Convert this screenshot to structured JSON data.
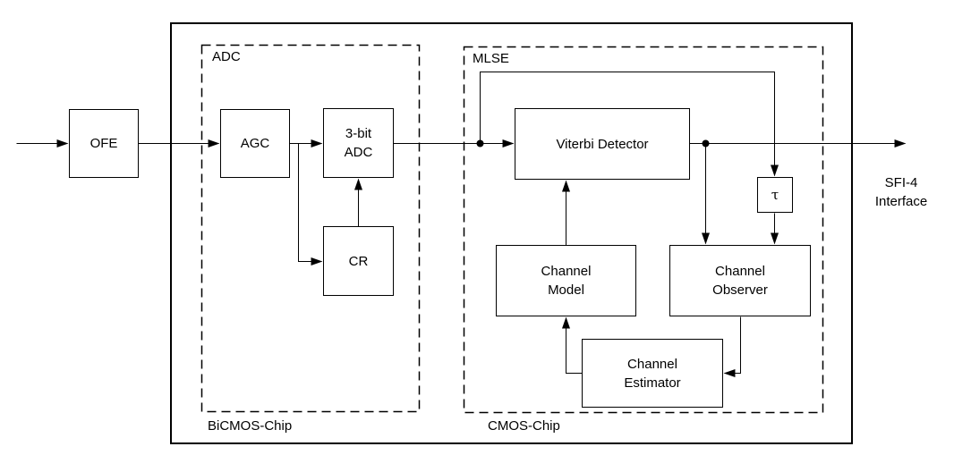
{
  "blocks": {
    "ofe": {
      "label": "OFE"
    },
    "agc": {
      "label": "AGC"
    },
    "adc3": {
      "label": "3-bit\nADC"
    },
    "cr": {
      "label": "CR"
    },
    "viterbi": {
      "label": "Viterbi Detector"
    },
    "tau": {
      "label": "τ"
    },
    "channel_model": {
      "label": "Channel\nModel"
    },
    "channel_observer": {
      "label": "Channel\nObserver"
    },
    "channel_estimator": {
      "label": "Channel\nEstimator"
    }
  },
  "regions": {
    "adc": {
      "label": "ADC",
      "chip": "BiCMOS-Chip"
    },
    "mlse": {
      "label": "MLSE",
      "chip": "CMOS-Chip"
    }
  },
  "annotations": {
    "output_interface": "SFI-4\nInterface"
  },
  "colors": {
    "line": "#000000",
    "background": "#ffffff",
    "text": "#000000"
  }
}
